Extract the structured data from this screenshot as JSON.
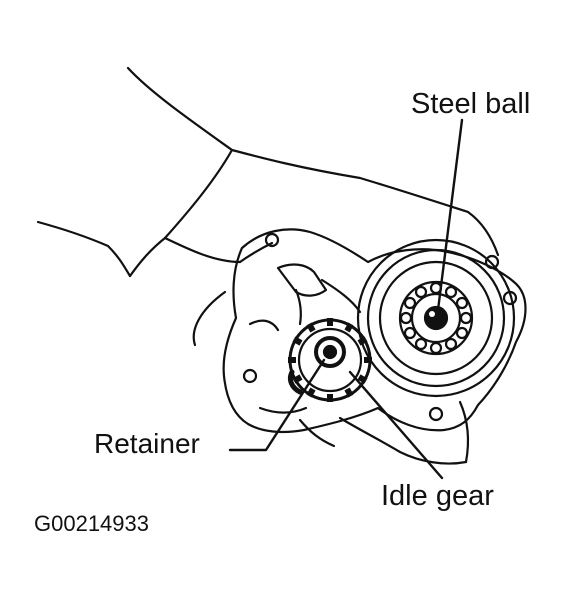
{
  "labels": {
    "steel_ball": "Steel ball",
    "retainer": "Retainer",
    "idle_gear": "Idle gear",
    "figure_code": "G00214933"
  },
  "colors": {
    "line": "#111111",
    "background": "#ffffff"
  }
}
